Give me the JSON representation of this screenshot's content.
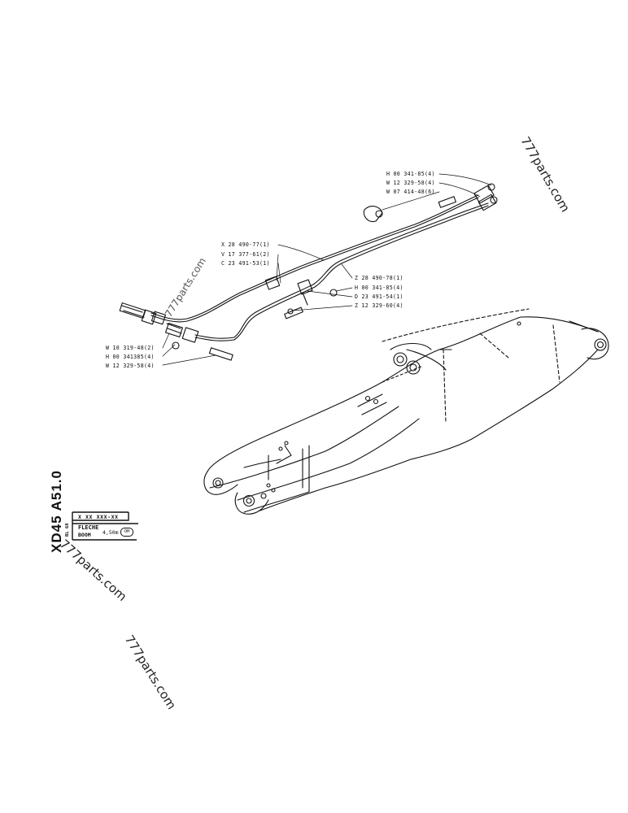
{
  "watermarks": [
    "777parts.com",
    "777parts.com",
    "777parts.com",
    "777parts.com"
  ],
  "drawing_code": "XD45 A51.0",
  "title_block": {
    "part_code": "X XX XXX-XX",
    "name_fr": "FLECHE",
    "name_en": "BOOM",
    "length": "4,50m",
    "badge": "OH",
    "fold_mark": "BL 68"
  },
  "callouts": [
    {
      "id": "c1",
      "text": "H 00 341-85(4)"
    },
    {
      "id": "c2",
      "text": "W 12 329-58(4)"
    },
    {
      "id": "c3",
      "text": "W 07 414-48(6)"
    },
    {
      "id": "c4",
      "text": "X 28 490-77(1)"
    },
    {
      "id": "c5",
      "text": "V 17 377-61(2)"
    },
    {
      "id": "c6",
      "text": "C 23 491-53(1)"
    },
    {
      "id": "c7",
      "text": "Z 28 490-78(1)"
    },
    {
      "id": "c8",
      "text": "H 00 341-85(4)"
    },
    {
      "id": "c9",
      "text": "D 23 491-54(1)"
    },
    {
      "id": "c10",
      "text": "Z 12 329-60(4)"
    },
    {
      "id": "c11",
      "text": "W 10 319-48(2)"
    },
    {
      "id": "c12",
      "text": "H 00 341385(4)"
    },
    {
      "id": "c13",
      "text": "W 12 329-58(4)"
    }
  ]
}
